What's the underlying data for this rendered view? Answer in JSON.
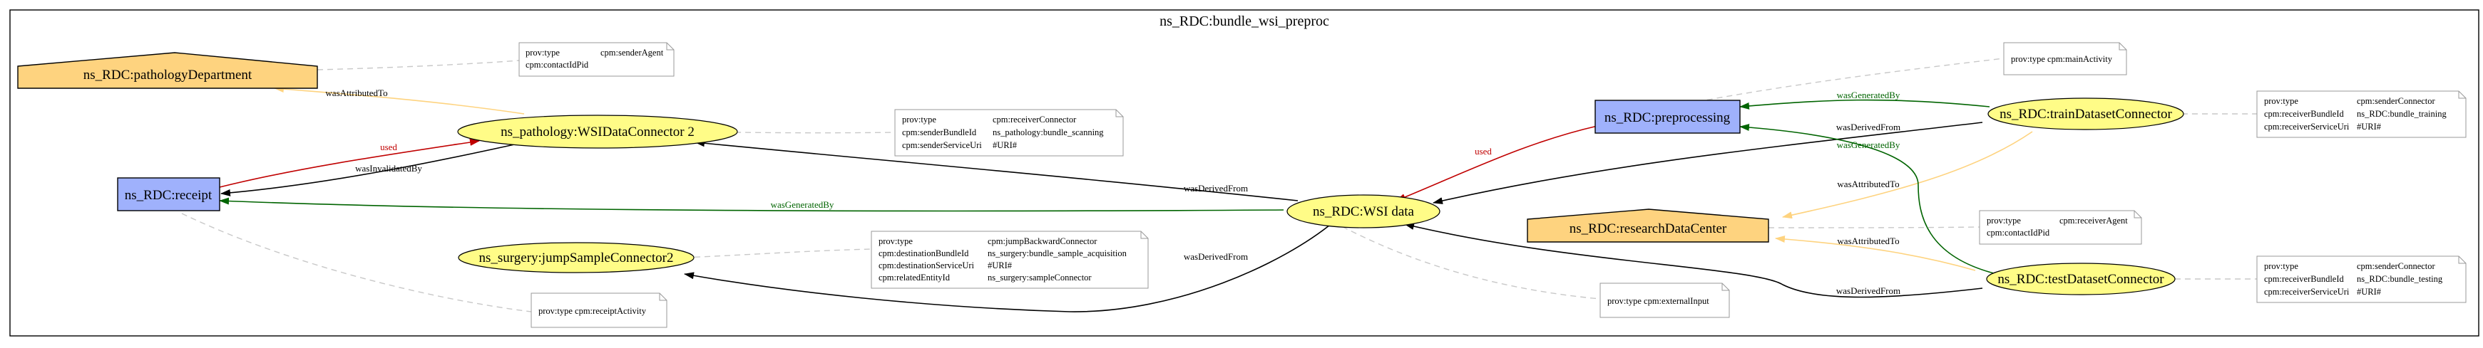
{
  "bundle": {
    "title": "ns_RDC:bundle_wsi_preproc"
  },
  "nodes": {
    "pathologyDepartment": {
      "label": "ns_RDC:pathologyDepartment",
      "kind": "agent",
      "color": "#fed37f"
    },
    "researchDataCenter": {
      "label": "ns_RDC:researchDataCenter",
      "kind": "agent",
      "color": "#fed37f"
    },
    "receipt": {
      "label": "ns_RDC:receipt",
      "kind": "activity",
      "color": "#9fb1fc"
    },
    "preprocessing": {
      "label": "ns_RDC:preprocessing",
      "kind": "activity",
      "color": "#9fb1fc"
    },
    "wsiConnector2": {
      "label": "ns_pathology:WSIDataConnector 2",
      "kind": "entity",
      "color": "#fffc87"
    },
    "jumpSampleConnector2": {
      "label": "ns_surgery:jumpSampleConnector2",
      "kind": "entity",
      "color": "#fffc87"
    },
    "wsiData": {
      "label": "ns_RDC:WSI data",
      "kind": "entity",
      "color": "#fffc87"
    },
    "trainDatasetConnector": {
      "label": "ns_RDC:trainDatasetConnector",
      "kind": "entity",
      "color": "#fffc87"
    },
    "testDatasetConnector": {
      "label": "ns_RDC:testDatasetConnector",
      "kind": "entity",
      "color": "#fffc87"
    }
  },
  "notes": {
    "pathDept": [
      {
        "k": "prov:type",
        "v": "cpm:senderAgent"
      },
      {
        "k": "cpm:contactIdPid",
        "v": ""
      }
    ],
    "wsiConn": [
      {
        "k": "prov:type",
        "v": "cpm:receiverConnector"
      },
      {
        "k": "cpm:senderBundleId",
        "v": "ns_pathology:bundle_scanning"
      },
      {
        "k": "cpm:senderServiceUri",
        "v": "#URI#"
      }
    ],
    "jumpConn": [
      {
        "k": "prov:type",
        "v": "cpm:jumpBackwardConnector"
      },
      {
        "k": "cpm:destinationBundleId",
        "v": "ns_surgery:bundle_sample_acquisition"
      },
      {
        "k": "cpm:destinationServiceUri",
        "v": "#URI#"
      },
      {
        "k": "cpm:relatedEntityId",
        "v": "ns_surgery:sampleConnector"
      }
    ],
    "receipt": [
      {
        "k": "prov:type cpm:receiptActivity",
        "v": ""
      }
    ],
    "wsiData": [
      {
        "k": "prov:type cpm:externalInput",
        "v": ""
      }
    ],
    "preproc": [
      {
        "k": "prov:type cpm:mainActivity",
        "v": ""
      }
    ],
    "rdc": [
      {
        "k": "prov:type",
        "v": "cpm:receiverAgent"
      },
      {
        "k": "cpm:contactIdPid",
        "v": ""
      }
    ],
    "train": [
      {
        "k": "prov:type",
        "v": "cpm:senderConnector"
      },
      {
        "k": "cpm:receiverBundleId",
        "v": "ns_RDC:bundle_training"
      },
      {
        "k": "cpm:receiverServiceUri",
        "v": "#URI#"
      }
    ],
    "test": [
      {
        "k": "prov:type",
        "v": "cpm:senderConnector"
      },
      {
        "k": "cpm:receiverBundleId",
        "v": "ns_RDC:bundle_testing"
      },
      {
        "k": "cpm:receiverServiceUri",
        "v": "#URI#"
      }
    ]
  },
  "edges": {
    "wasAttributedTo": "wasAttributedTo",
    "used": "used",
    "wasInvalidatedBy": "wasInvalidatedBy",
    "wasGeneratedBy": "wasGeneratedBy",
    "wasDerivedFrom": "wasDerivedFrom"
  },
  "colors": {
    "used": "#c00000",
    "wasGeneratedBy": "#006400",
    "wasAttributedTo": "#fed37f",
    "black": "#000000"
  }
}
